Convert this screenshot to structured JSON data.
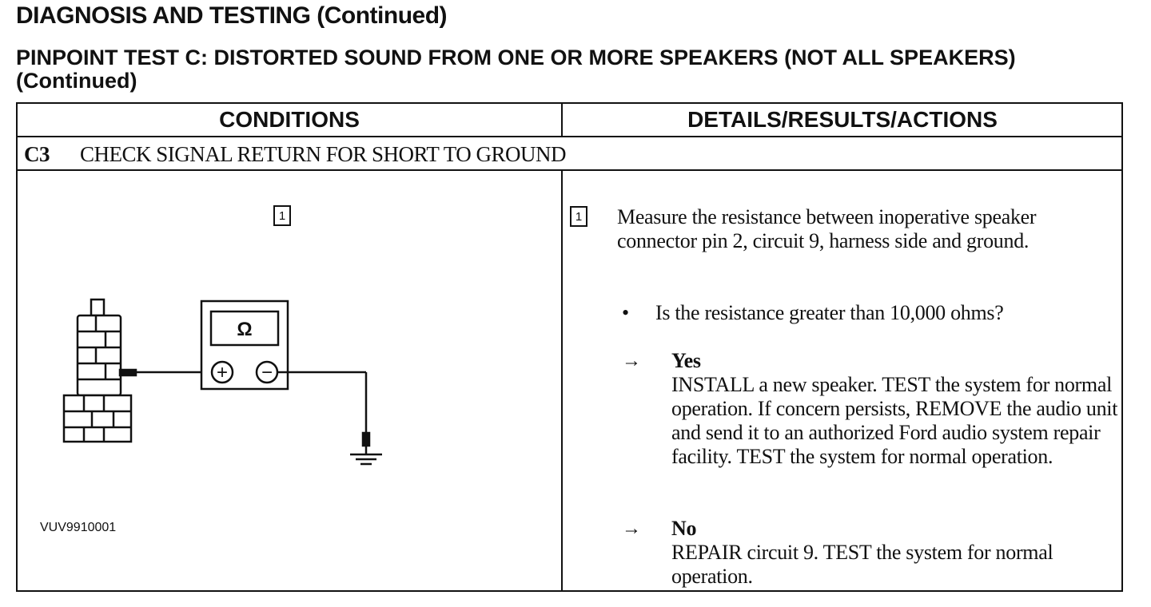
{
  "page_title": "DIAGNOSIS AND TESTING (Continued)",
  "test_title": "PINPOINT TEST C: DISTORTED SOUND FROM ONE OR MORE SPEAKERS (NOT ALL SPEAKERS) (Continued)",
  "table": {
    "headers": {
      "conditions": "CONDITIONS",
      "details": "DETAILS/RESULTS/ACTIONS"
    },
    "step": {
      "id": "C3",
      "title": "CHECK SIGNAL RETURN FOR SHORT TO GROUND"
    },
    "figure": {
      "box_number": "1",
      "meter_symbol": "Ω",
      "plus_symbol": "+",
      "minus_symbol": "−",
      "figure_id": "VUV9910001"
    },
    "details": {
      "box_number": "1",
      "instruction": "Measure the resistance between inoperative speaker connector pin 2, circuit 9, harness side and ground.",
      "bullet": "•",
      "question": "Is the resistance greater than 10,000 ohms?",
      "arrow": "→",
      "yes_label": "Yes",
      "yes_action": "INSTALL a new speaker. TEST the system for normal operation. If concern persists, REMOVE the audio unit and send it to an authorized Ford audio system repair facility. TEST the system for normal operation.",
      "no_label": "No",
      "no_action": "REPAIR circuit 9. TEST the system for normal operation."
    }
  }
}
